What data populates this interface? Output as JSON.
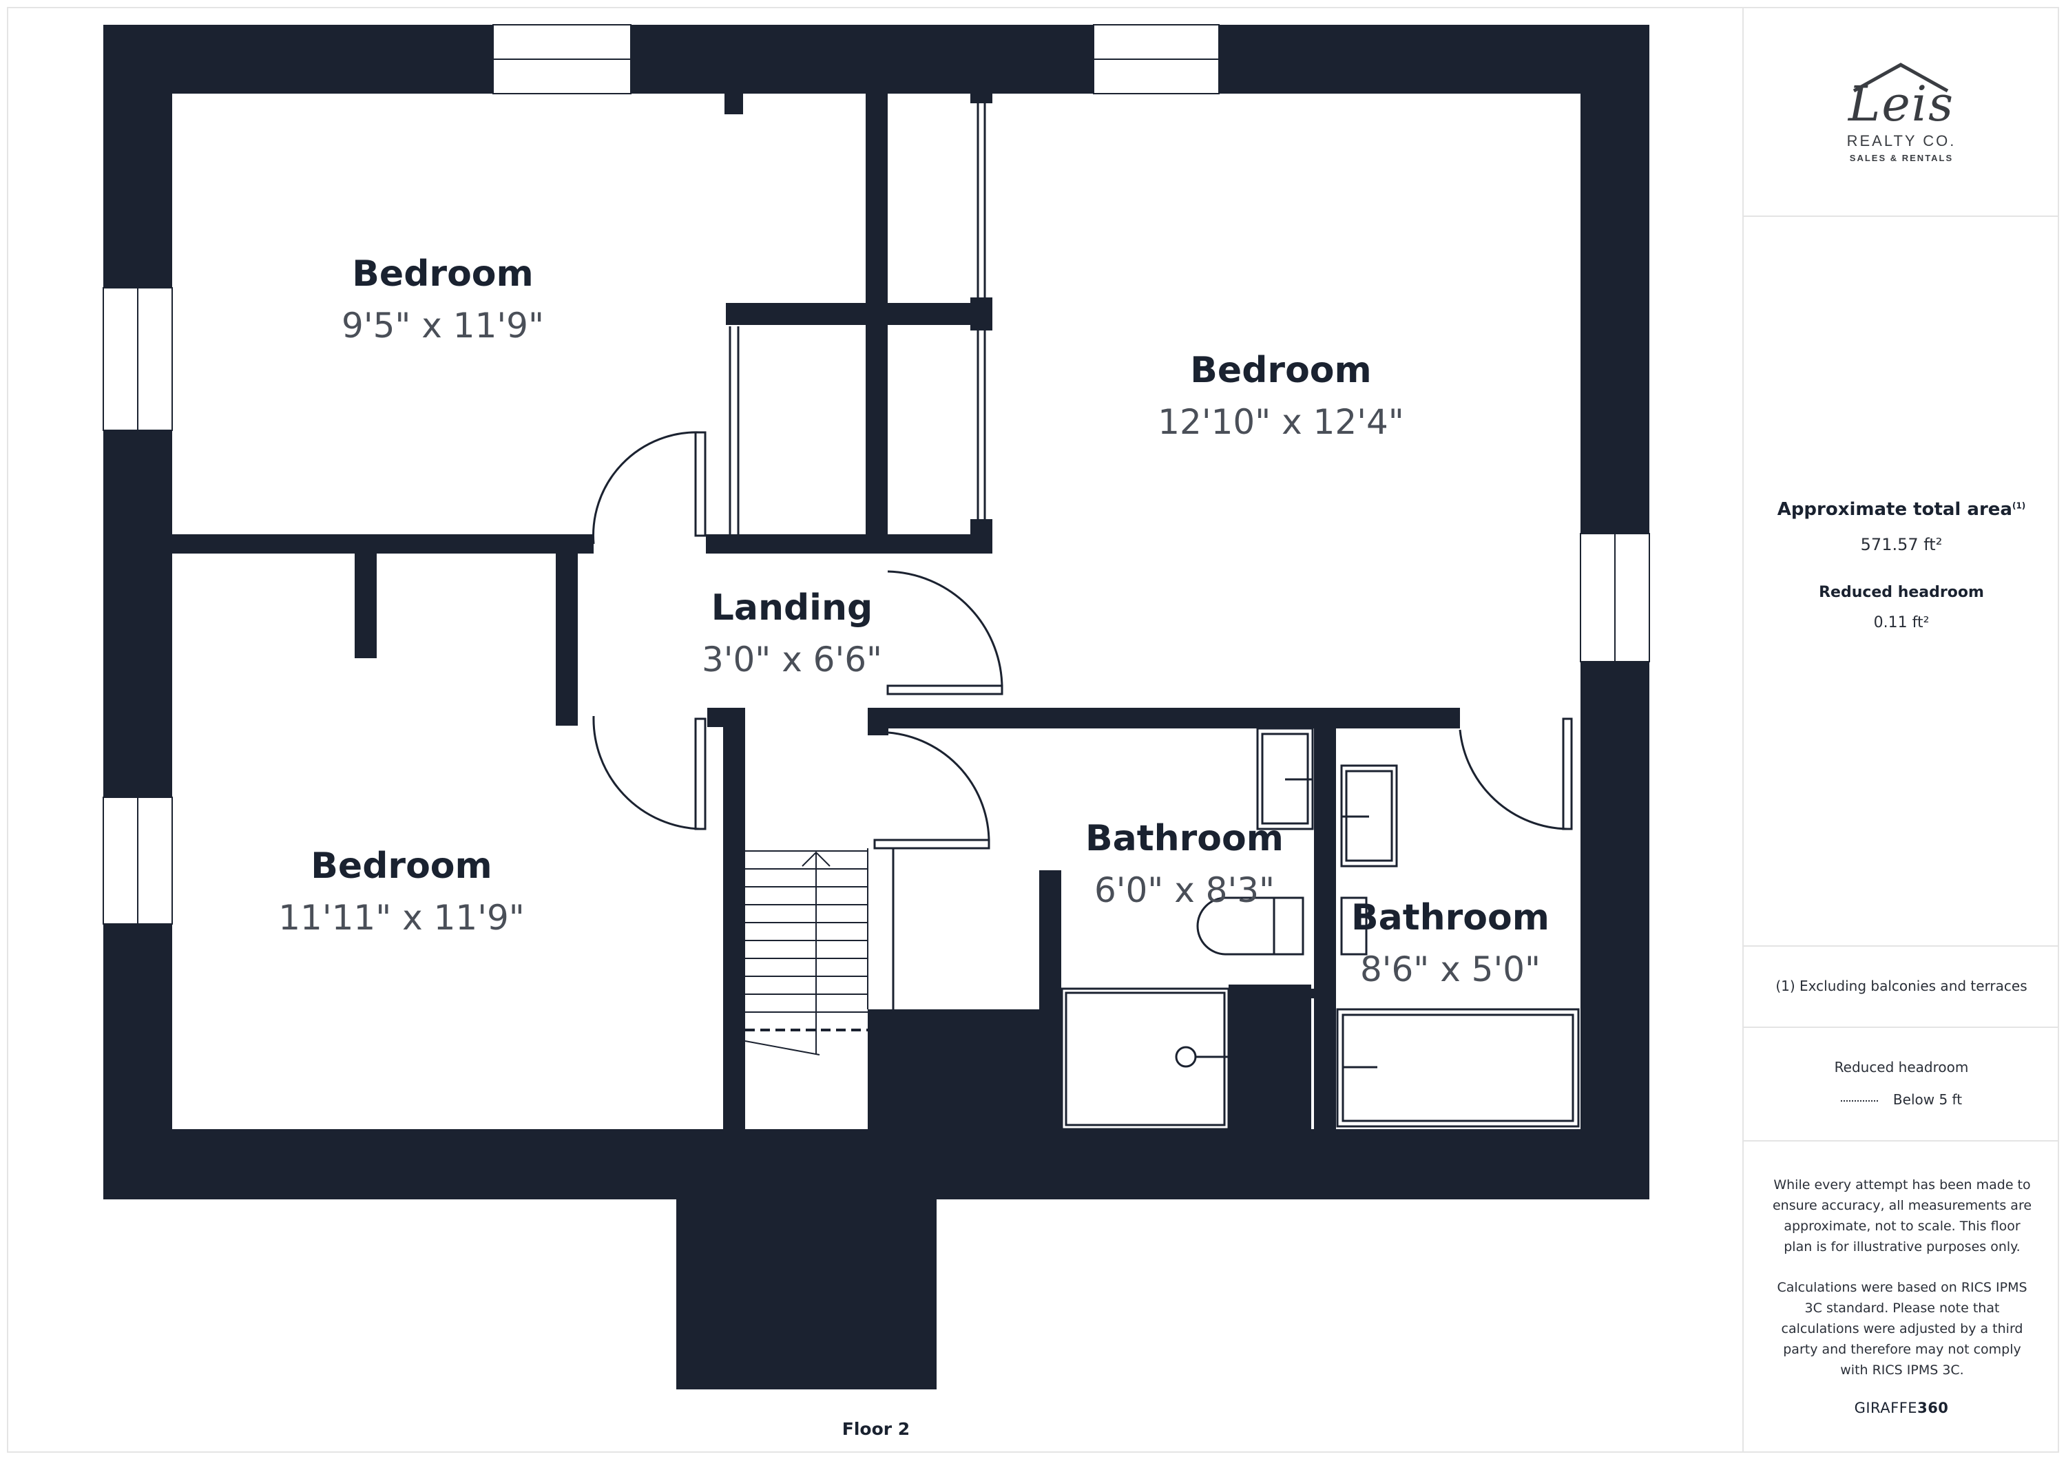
{
  "rooms": [
    {
      "name": "Bedroom",
      "dims": "9'5\" x 11'9\""
    },
    {
      "name": "Bedroom",
      "dims": "12'10\" x 12'4\""
    },
    {
      "name": "Landing",
      "dims": "3'0\" x 6'6\""
    },
    {
      "name": "Bedroom",
      "dims": "11'11\" x 11'9\""
    },
    {
      "name": "Bathroom",
      "dims": "6'0\" x 8'3\""
    },
    {
      "name": "Bathroom",
      "dims": "8'6\" x 5'0\""
    }
  ],
  "floor_label": "Floor 2",
  "colors": {
    "wall": "#1b2230",
    "window": "#ffffff",
    "line": "#1b2230"
  },
  "logo": {
    "word": "Leis",
    "line1": "REALTY CO.",
    "line2": "SALES & RENTALS",
    "icon": "house-roof-icon"
  },
  "area": {
    "title": "Approximate total area",
    "footnote_mark": "(1)",
    "value": "571.57 ft²",
    "reduced_title": "Reduced headroom",
    "reduced_value": "0.11 ft²"
  },
  "note": "(1) Excluding balconies and terraces",
  "legend": {
    "title": "Reduced headroom",
    "item": "Below 5 ft"
  },
  "disclaimer": {
    "p1": "While every attempt has been made to ensure accuracy, all measurements are approximate, not to scale. This floor plan is for illustrative purposes only.",
    "p2": "Calculations were based on RICS IPMS 3C standard. Please note that calculations were adjusted by a third party and therefore may not comply with RICS IPMS 3C."
  },
  "brand": {
    "prefix": "GIRAFFE",
    "suffix": "360"
  }
}
